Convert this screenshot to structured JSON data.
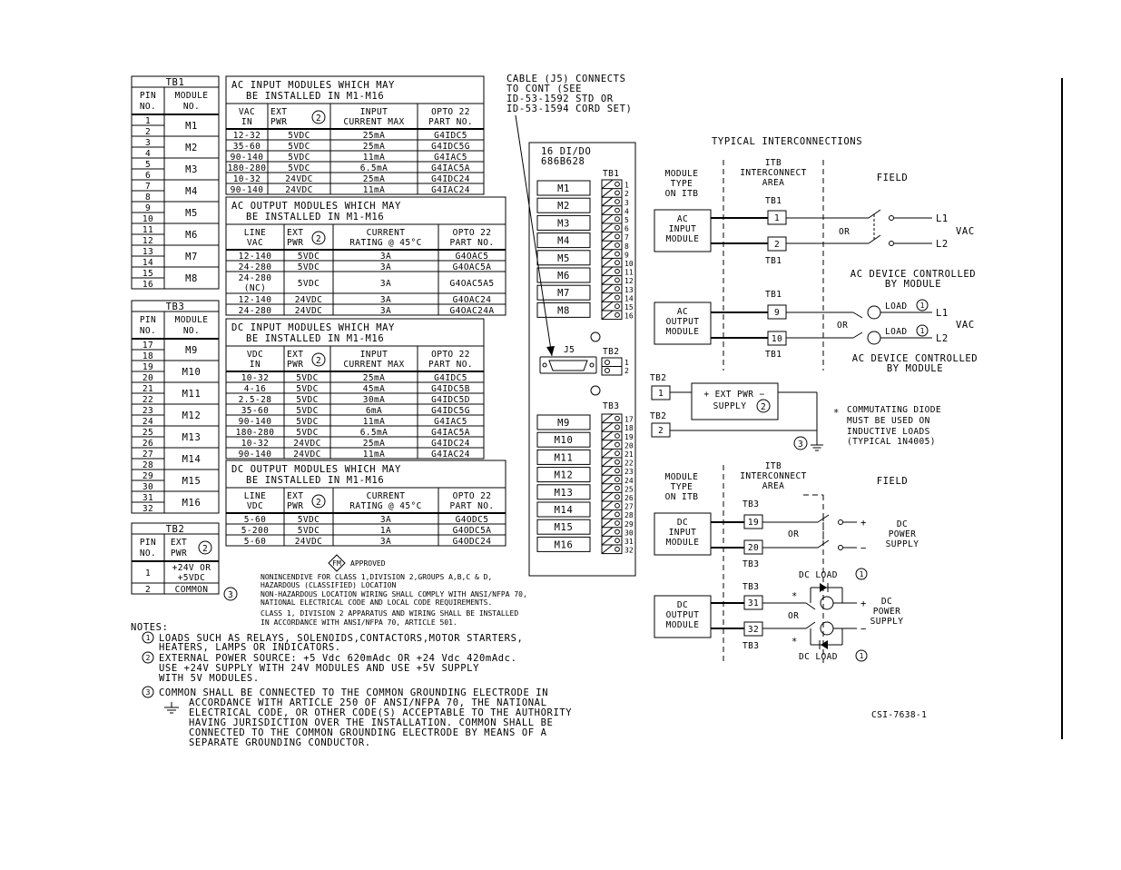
{
  "tb1_table": {
    "title": "TB1",
    "headers": [
      "PIN NO.",
      "MODULE NO."
    ],
    "pins": [
      "1",
      "2",
      "3",
      "4",
      "5",
      "6",
      "7",
      "8",
      "9",
      "10",
      "11",
      "12",
      "13",
      "14",
      "15",
      "16"
    ],
    "modules": [
      "M1",
      "M2",
      "M3",
      "M4",
      "M5",
      "M6",
      "M7",
      "M8"
    ]
  },
  "tb3_table": {
    "title": "TB3",
    "headers": [
      "PIN NO.",
      "MODULE NO."
    ],
    "pins": [
      "17",
      "18",
      "19",
      "20",
      "21",
      "22",
      "23",
      "24",
      "25",
      "26",
      "27",
      "28",
      "29",
      "30",
      "31",
      "32"
    ],
    "modules": [
      "M9",
      "M10",
      "M11",
      "M12",
      "M13",
      "M14",
      "M15",
      "M16"
    ]
  },
  "tb2_table": {
    "title": "TB2",
    "headers": [
      "PIN NO.",
      "EXT PWR"
    ],
    "rows": [
      {
        "pin": "1",
        "value": "+24V OR +5VDC"
      },
      {
        "pin": "2",
        "value": "COMMON"
      }
    ]
  },
  "ac_input": {
    "title": "AC INPUT MODULES WHICH MAY BE INSTALLED IN M1-M16",
    "headers": [
      "VAC IN",
      "EXT PWR",
      "INPUT CURRENT MAX",
      "OPTO 22 PART NO."
    ],
    "rows": [
      [
        "12-32",
        "5VDC",
        "25mA",
        "G4IDC5"
      ],
      [
        "35-60",
        "5VDC",
        "25mA",
        "G4IDC5G"
      ],
      [
        "90-140",
        "5VDC",
        "11mA",
        "G4IAC5"
      ],
      [
        "180-280",
        "5VDC",
        "6.5mA",
        "G4IAC5A"
      ],
      [
        "10-32",
        "24VDC",
        "25mA",
        "G4IDC24"
      ],
      [
        "90-140",
        "24VDC",
        "11mA",
        "G4IAC24"
      ]
    ]
  },
  "ac_output": {
    "title": "AC OUTPUT MODULES WHICH MAY BE INSTALLED IN M1-M16",
    "headers": [
      "LINE VAC",
      "EXT PWR",
      "CURRENT RATING @ 45°C",
      "OPTO 22 PART NO."
    ],
    "rows": [
      [
        "12-140",
        "5VDC",
        "3A",
        "G4OAC5"
      ],
      [
        "24-280",
        "5VDC",
        "3A",
        "G4OAC5A"
      ],
      [
        "24-280 (NC)",
        "5VDC",
        "3A",
        "G4OAC5A5"
      ],
      [
        "12-140",
        "24VDC",
        "3A",
        "G4OAC24"
      ],
      [
        "24-280",
        "24VDC",
        "3A",
        "G4OAC24A"
      ]
    ]
  },
  "dc_input": {
    "title": "DC INPUT MODULES WHICH MAY BE INSTALLED IN M1-M16",
    "headers": [
      "VDC IN",
      "EXT PWR",
      "INPUT CURRENT MAX",
      "OPTO 22 PART NO."
    ],
    "rows": [
      [
        "10-32",
        "5VDC",
        "25mA",
        "G4IDC5"
      ],
      [
        "4-16",
        "5VDC",
        "45mA",
        "G4IDC5B"
      ],
      [
        "2.5-28",
        "5VDC",
        "30mA",
        "G4IDC5D"
      ],
      [
        "35-60",
        "5VDC",
        "6mA",
        "G4IDC5G"
      ],
      [
        "90-140",
        "5VDC",
        "11mA",
        "G4IAC5"
      ],
      [
        "180-280",
        "5VDC",
        "6.5mA",
        "G4IAC5A"
      ],
      [
        "10-32",
        "24VDC",
        "25mA",
        "G4IDC24"
      ],
      [
        "90-140",
        "24VDC",
        "11mA",
        "G4IAC24"
      ]
    ]
  },
  "dc_output": {
    "title": "DC OUTPUT MODULES WHICH MAY BE INSTALLED IN M1-M16",
    "headers": [
      "LINE VDC",
      "EXT PWR",
      "CURRENT RATING @ 45°C",
      "OPTO 22 PART NO."
    ],
    "rows": [
      [
        "5-60",
        "5VDC",
        "3A",
        "G4ODC5"
      ],
      [
        "5-200",
        "5VDC",
        "1A",
        "G4ODC5A"
      ],
      [
        "5-60",
        "24VDC",
        "3A",
        "G4ODC24"
      ]
    ]
  },
  "board": {
    "cable_note": [
      "CABLE (J5) CONNECTS",
      "TO CONT (SEE",
      "ID-53-1592 STD OR",
      "ID-53-1594 CORD SET)"
    ],
    "title1": "16 DI/DO",
    "title2": "686B628",
    "tb1": "TB1",
    "tb2": "TB2",
    "tb3": "TB3",
    "j5": "J5",
    "modules_top": [
      "M1",
      "M2",
      "M3",
      "M4",
      "M5",
      "M6",
      "M7",
      "M8"
    ],
    "modules_bottom": [
      "M9",
      "M10",
      "M11",
      "M12",
      "M13",
      "M14",
      "M15",
      "M16"
    ],
    "pins_top": [
      "1",
      "2",
      "3",
      "4",
      "5",
      "6",
      "7",
      "8",
      "9",
      "10",
      "11",
      "12",
      "13",
      "14",
      "15",
      "16"
    ],
    "pins_bottom": [
      "17",
      "18",
      "19",
      "20",
      "21",
      "22",
      "23",
      "24",
      "25",
      "26",
      "27",
      "28",
      "29",
      "30",
      "31",
      "32"
    ],
    "pins_tb2": [
      "1",
      "2"
    ]
  },
  "interconnect": {
    "title": "TYPICAL INTERCONNECTIONS",
    "col_module": [
      "MODULE",
      "TYPE",
      "ON ITB"
    ],
    "col_itb": [
      "ITB",
      "INTERCONNECT",
      "AREA"
    ],
    "col_field": "FIELD",
    "ac_input_box": [
      "AC",
      "INPUT",
      "MODULE"
    ],
    "ac_output_box": [
      "AC",
      "OUTPUT",
      "MODULE"
    ],
    "dc_input_box": [
      "DC",
      "INPUT",
      "MODULE"
    ],
    "dc_output_box": [
      "DC",
      "OUTPUT",
      "MODULE"
    ],
    "tb1": "TB1",
    "tb2": "TB2",
    "tb3": "TB3",
    "ac_terms_in": [
      "1",
      "2"
    ],
    "ac_terms_out": [
      "9",
      "10"
    ],
    "dc_terms_in": [
      "19",
      "20"
    ],
    "dc_terms_out": [
      "31",
      "32"
    ],
    "tb2_terms": [
      "1",
      "2"
    ],
    "or": "OR",
    "l1": "L1",
    "l2": "L2",
    "vac": "VAC",
    "load": "LOAD",
    "ac_dev_caption": [
      "AC DEVICE CONTROLLED",
      "BY MODULE"
    ],
    "ext_pwr": "+ EXT PWR −",
    "supply": "SUPPLY",
    "commutating": [
      "COMMUTATING DIODE",
      "MUST BE USED ON",
      "INDUCTIVE LOADS",
      "(TYPICAL 1N4005)"
    ],
    "asterisk": "*",
    "dc_power": [
      "DC",
      "POWER",
      "SUPPLY"
    ],
    "dc_load": "DC LOAD",
    "plus": "+",
    "minus": "−"
  },
  "approval": {
    "mark": "FM",
    "label": "APPROVED",
    "lines": [
      "NONINCENDIVE FOR CLASS 1,DIVISION 2,GROUPS A,B,C & D,",
      "HAZARDOUS (CLASSIFIED) LOCATION",
      "NON-HAZARDOUS LOCATION WIRING SHALL COMPLY WITH ANSI/NFPA 70,",
      "NATIONAL ELECTRICAL CODE AND LOCAL CODE REQUIREMENTS.",
      "CLASS 1, DIVISION 2 APPARATUS AND WIRING SHALL BE INSTALLED",
      "IN ACCORDANCE WITH ANSI/NFPA 70, ARTICLE 501."
    ]
  },
  "notes": {
    "title": "NOTES:",
    "n1": [
      "LOADS SUCH AS RELAYS, SOLENOIDS,CONTACTORS,MOTOR STARTERS,",
      "HEATERS, LAMPS OR INDICATORS."
    ],
    "n2": [
      "EXTERNAL POWER SOURCE: +5 Vdc 620mAdc OR +24 Vdc  420mAdc.",
      "USE +24V SUPPLY WITH 24V MODULES AND USE +5V SUPPLY",
      "WITH 5V MODULES."
    ],
    "n3": [
      "COMMON SHALL BE CONNECTED TO THE COMMON GROUNDING ELECTRODE IN",
      "ACCORDANCE WITH ARTICLE 250 OF ANSI/NFPA 70, THE NATIONAL",
      "ELECTRICAL CODE, OR OTHER CODE(S) ACCEPTABLE TO THE AUTHORITY",
      "HAVING JURISDICTION OVER THE INSTALLATION. COMMON SHALL BE",
      "CONNECTED TO THE COMMON GROUNDING ELECTRODE BY MEANS OF A",
      "SEPARATE GROUNDING CONDUCTOR."
    ]
  },
  "markers": {
    "one": "1",
    "two": "2",
    "three": "3"
  },
  "drawing_number": "CSI-7638-1"
}
